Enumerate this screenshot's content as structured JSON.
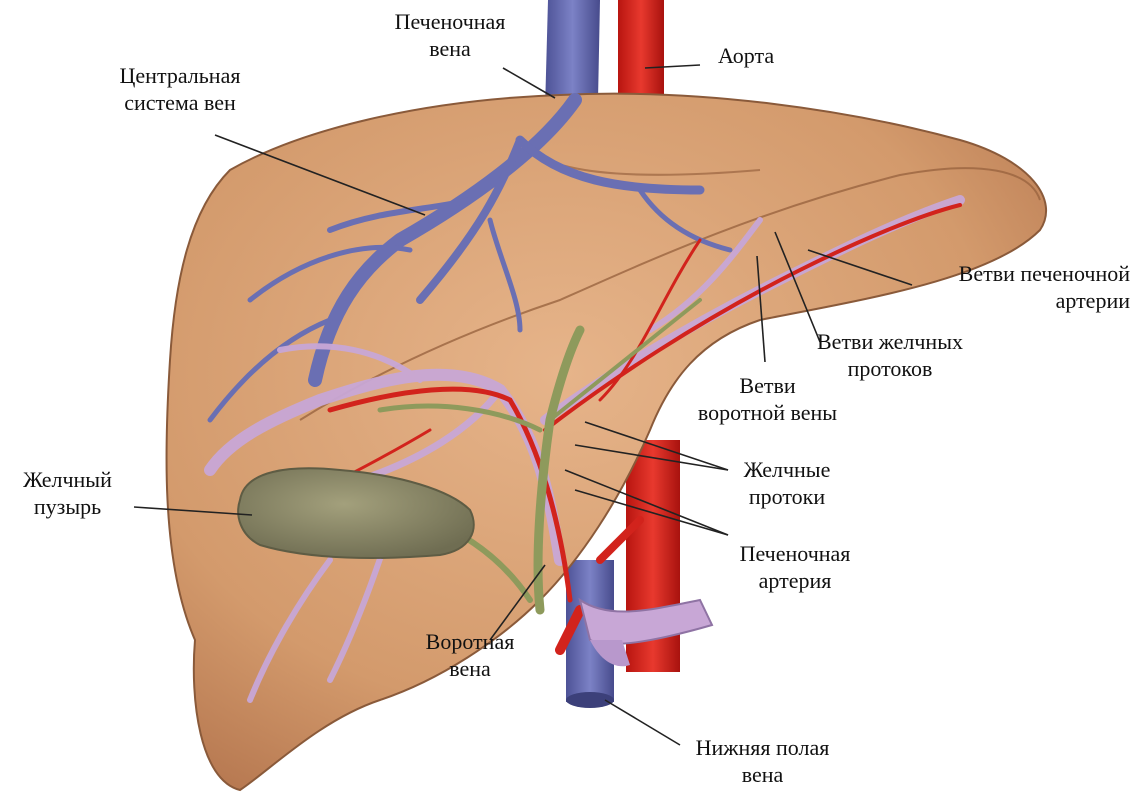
{
  "labels": {
    "hepatic_vein": {
      "line1": "Печеночная",
      "line2": "вена"
    },
    "aorta": {
      "line1": "Аорта"
    },
    "central_vein_system": {
      "line1": "Центральная",
      "line2": "система вен"
    },
    "hepatic_artery_branches": {
      "line1": "Ветви печеночной",
      "line2": "артерии"
    },
    "bile_duct_branches": {
      "line1": "Ветви желчных",
      "line2": "протоков"
    },
    "portal_vein_branches": {
      "line1": "Ветви",
      "line2": "воротной вены"
    },
    "gallbladder": {
      "line1": "Желчный",
      "line2": "пузырь"
    },
    "bile_ducts": {
      "line1": "Желчные",
      "line2": "протоки"
    },
    "hepatic_artery": {
      "line1": "Печеночная",
      "line2": "артерия"
    },
    "portal_vein": {
      "line1": "Воротная",
      "line2": "вена"
    },
    "inferior_vena_cava": {
      "line1": "Нижняя полая",
      "line2": "вена"
    }
  },
  "colors": {
    "liver": "#d9a277",
    "liver_edge": "#8a5a3a",
    "vein": "#6a6fb3",
    "artery": "#d2231c",
    "portal": "#c8a7d6",
    "bile": "#8e9a5c",
    "gallbladder": "#8a8a68"
  }
}
